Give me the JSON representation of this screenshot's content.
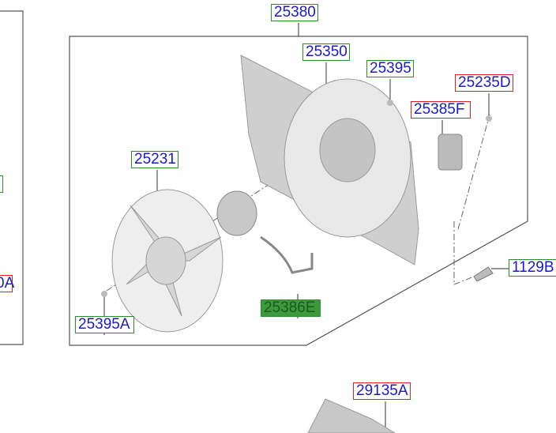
{
  "callouts": {
    "assembly": "25380",
    "shroud": "25350",
    "screw_top": "25395",
    "screw_right": "25235D",
    "resistor": "25385F",
    "fan": "25231",
    "bolt": "1129B",
    "motor": "25386E",
    "nut": "25395A",
    "lower_part": "29135A",
    "left_partial": "0A"
  },
  "colors": {
    "green_box": "#2e8b2e",
    "red_box": "#e02020",
    "text": "#1a1acc",
    "selected": "#3c9a3c"
  }
}
